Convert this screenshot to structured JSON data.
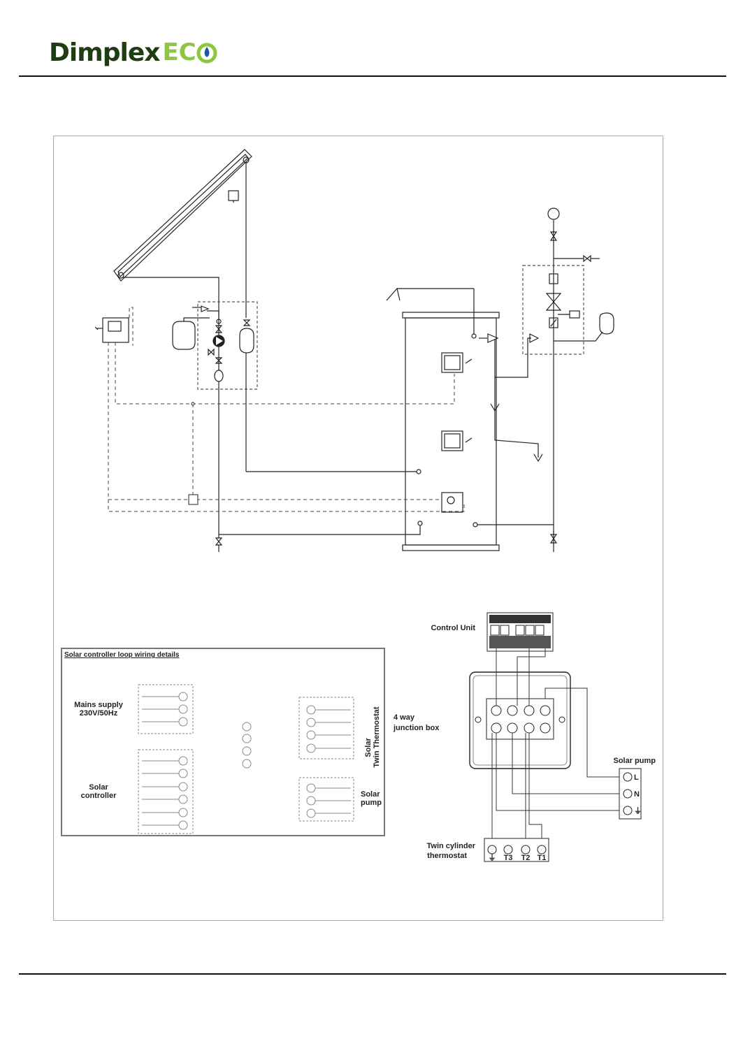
{
  "header": {
    "brand": "Dimplex",
    "eco": "EC"
  },
  "wiring_box": {
    "title": "Solar controller loop wiring details",
    "mains_label": "Mains supply",
    "mains_sub": "230V/50Hz",
    "controller_label": "Solar",
    "controller_sub": "controller",
    "thermostat_label": "Solar",
    "thermostat_sub": "Twin Thermostat",
    "pump_label": "Solar",
    "pump_sub": "pump"
  },
  "junction": {
    "control_unit": "Control Unit",
    "box_label": "4 way",
    "box_sub": "junction box",
    "solar_pump": "Solar pump",
    "thermostat_label": "Twin cylinder",
    "thermostat_sub": "thermostat",
    "pump_terminals": [
      "L",
      "N",
      "⏚"
    ],
    "thermostat_terminals": [
      "⏚",
      "T3",
      "T2",
      "T1"
    ]
  }
}
